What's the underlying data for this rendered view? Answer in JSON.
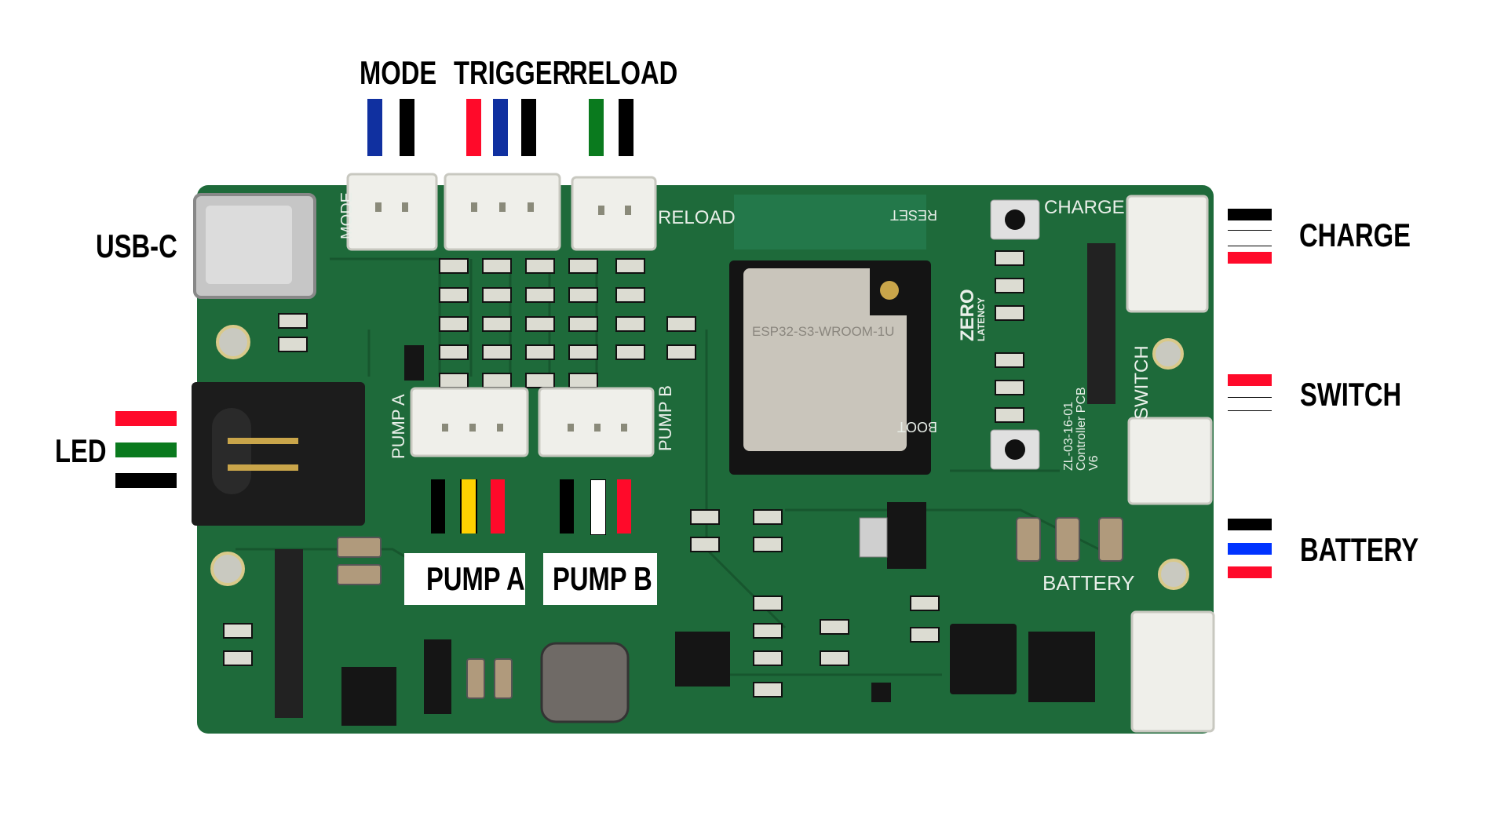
{
  "labels": {
    "mode": "MODE",
    "trigger": "TRIGGER",
    "reload": "RELOAD",
    "usb_c": "USB-C",
    "led": "LED",
    "charge": "CHARGE",
    "switch": "SWITCH",
    "battery": "BATTERY",
    "pump_a": "PUMP A",
    "pump_b": "PUMP B"
  },
  "wire_colors": {
    "mode": [
      "#1030a0",
      "#000000"
    ],
    "trigger": [
      "#ff0a2a",
      "#1030a0",
      "#000000"
    ],
    "reload": [
      "#0a7a1e",
      "#000000"
    ],
    "led": [
      "#ff0a2a",
      "#0a7a1e",
      "#000000"
    ],
    "charge": [
      "#000000",
      "#ffffff",
      "#ff0a2a"
    ],
    "switch": [
      "#ff0a2a",
      "#ffffff",
      "#ffffff"
    ],
    "battery": [
      "#000000",
      "#0033ff",
      "#ff0a2a"
    ],
    "pump_a": [
      "#000000",
      "#ffd000",
      "#ff0a2a"
    ],
    "pump_b": [
      "#000000",
      "#ffffff",
      "#ff0a2a"
    ]
  },
  "board": {
    "color": "#1e6a3a",
    "silkscreen": {
      "mode": "MODE",
      "reload": "RELOAD",
      "charge": "CHARGE",
      "reset": "RESET",
      "boot": "BOOT",
      "zero": "ZERO",
      "latency": "LATENCY",
      "pump_a": "PUMP A",
      "pump_b": "PUMP B",
      "switch": "SWITCH",
      "battery": "BATTERY",
      "pcb_id": "ZL-03-16-01",
      "pcb_name": "Controller PCB",
      "pcb_ver": "V6",
      "module": "ESP32-S3-WROOM-1U"
    }
  }
}
